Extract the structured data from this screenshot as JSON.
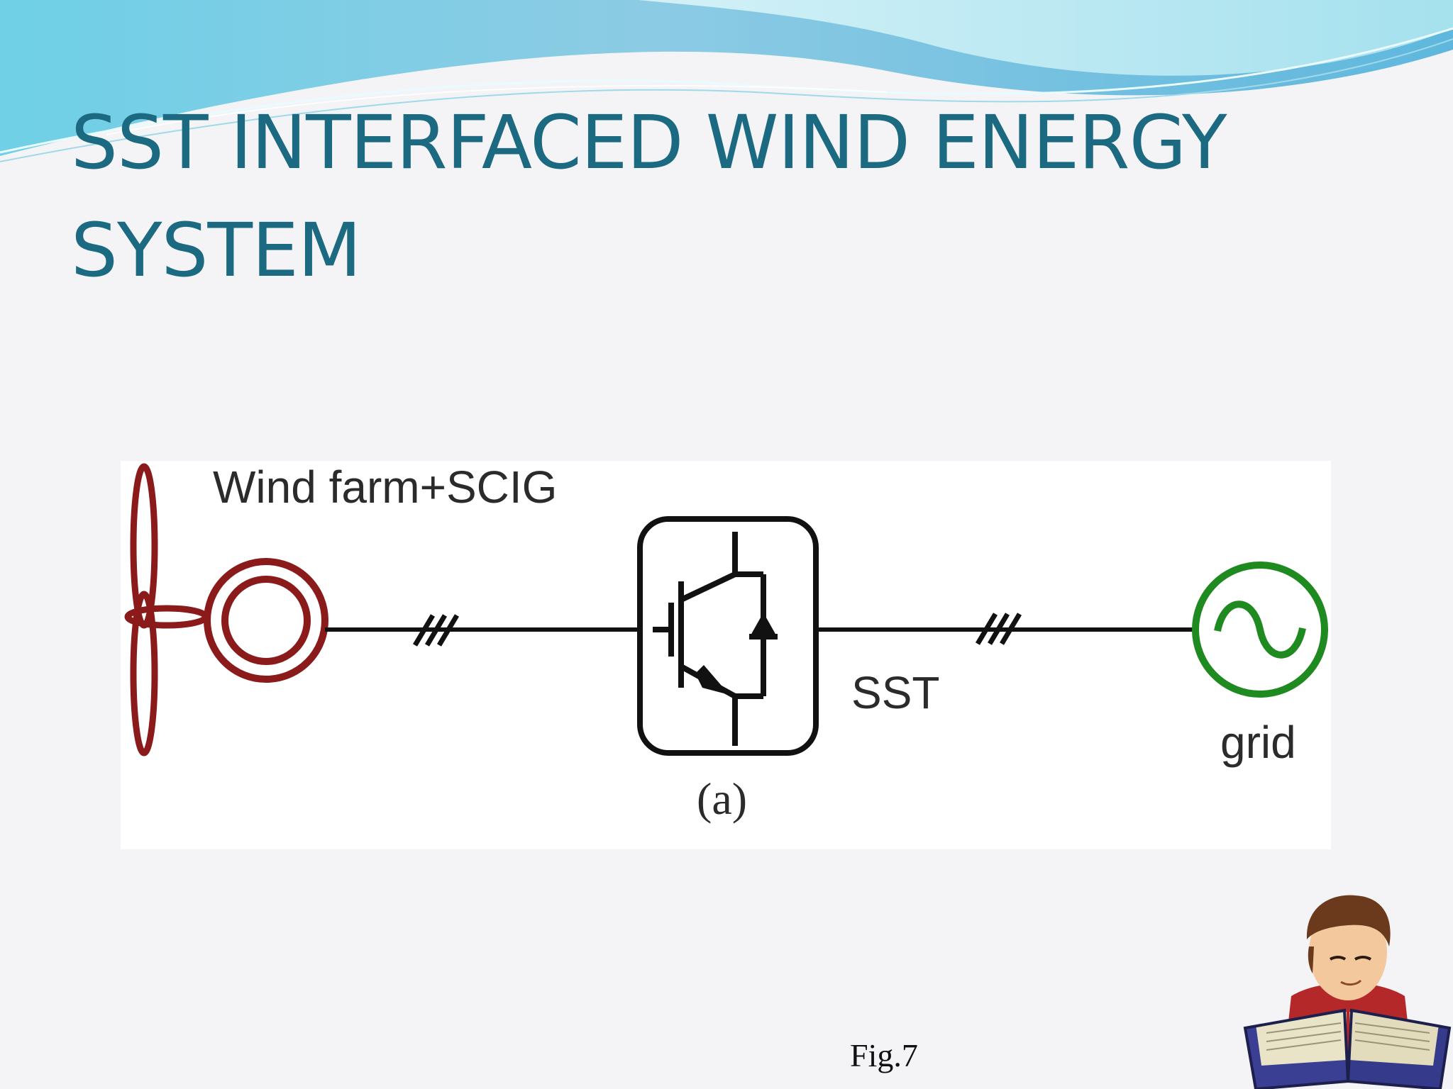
{
  "slide": {
    "title": "SST INTERFACED WIND ENERGY SYSTEM",
    "caption": "Fig.7"
  },
  "diagram": {
    "labels": {
      "wind_farm": "Wind farm+SCIG",
      "sst": "SST",
      "grid": "grid",
      "subfigure": "(a)"
    },
    "colors": {
      "title": "#1b6a82",
      "turbine": "#8b1a1a",
      "grid_source": "#1f8a1f",
      "wire": "#111111",
      "wave_light": "#bfeaf3",
      "wave_dark": "#4fb9d6"
    }
  },
  "decorations": {
    "reader_icon": "reading-person-icon",
    "header_wave": "header-wave"
  }
}
